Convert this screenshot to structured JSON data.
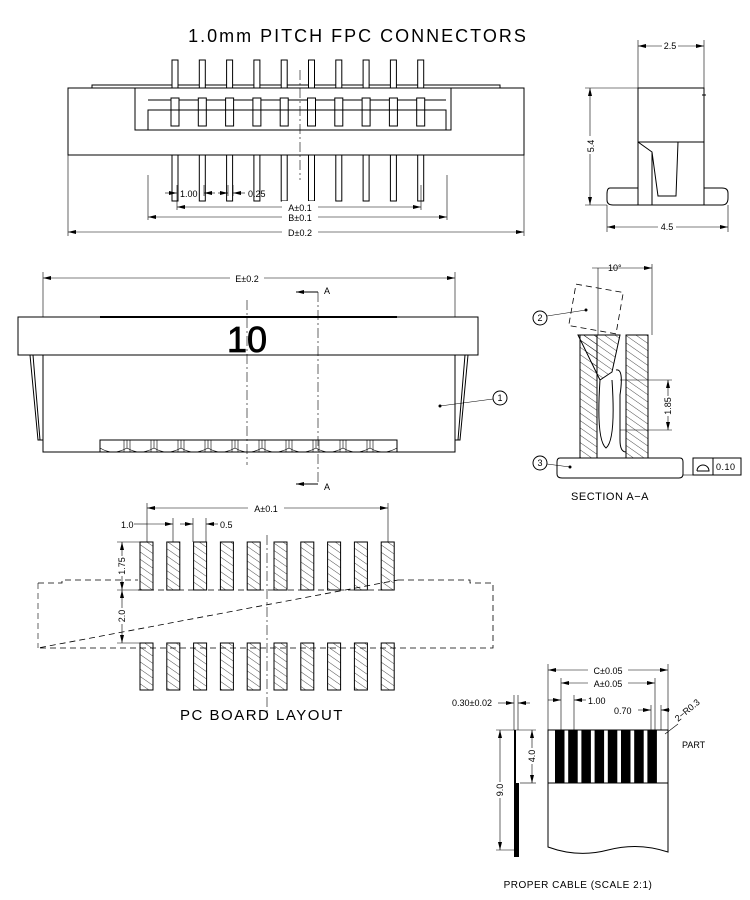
{
  "title": "1.0mm  PITCH  FPC  CONNECTORS",
  "positions": 10,
  "top_view": {
    "dim_pitch": "1.00",
    "dim_pin_width": "0.25",
    "dim_a": "A±0.1",
    "dim_b": "B±0.1",
    "dim_d": "D±0.2"
  },
  "side_view": {
    "dim_width_top": "2.5",
    "dim_height": "5.4",
    "dim_width_base": "4.5"
  },
  "front_view": {
    "dim_e": "E±0.2",
    "marking": "10",
    "section_label_top": "A",
    "section_label_bottom": "A",
    "balloon_1": "1"
  },
  "section": {
    "angle": "10°",
    "dim_depth": "1.85",
    "balloon_2": "2",
    "balloon_3": "3",
    "flatness_value": "0.10",
    "label": "SECTION  A−A"
  },
  "pcb_layout": {
    "dim_a": "A±0.1",
    "dim_pitch": "1.0",
    "dim_pad_width": "0.5",
    "dim_pad_length": "1.75",
    "dim_gap": "2.0",
    "label": "PC BOARD LAYOUT"
  },
  "cable": {
    "dim_c": "C±0.05",
    "dim_a": "A±0.05",
    "dim_pitch": "1.00",
    "dim_finger": "0.70",
    "dim_radius": "2−R0.3",
    "dim_thickness": "0.30±0.02",
    "dim_stiffener": "4.0",
    "dim_length": "9.0",
    "part_label": "PART",
    "fingers": 8,
    "label": "PROPER CABLE (SCALE 2:1)"
  }
}
